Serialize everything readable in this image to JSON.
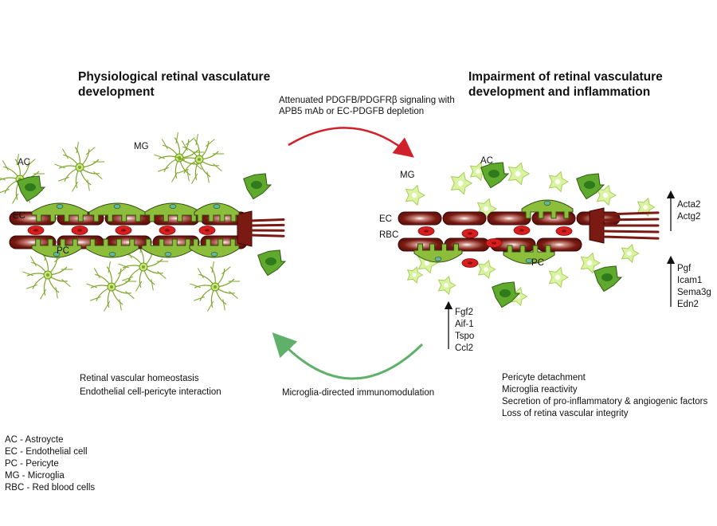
{
  "left_title": [
    "Physiological retinal vasculature",
    "development"
  ],
  "right_title": [
    "Impairment of retinal vasculature",
    "development and inflammation"
  ],
  "top_arrow_text": [
    "Attenuated PDGFB/PDGFRβ signaling with",
    "APB5 mAb or EC-PDGFB depletion"
  ],
  "bottom_arrow_text": "Microglia-directed immunomodulation",
  "left_outcomes": [
    "Retinal vascular homeostasis",
    "Endothelial cell-pericyte interaction"
  ],
  "right_outcomes": [
    "Pericyte detachment",
    "Microglia reactivity",
    "Secretion of pro-inflammatory & angiogenic factors",
    "Loss of retina vascular integrity"
  ],
  "left_labels": {
    "ac": "AC",
    "mg": "MG",
    "ec": "EC",
    "pc": "PC"
  },
  "right_labels": {
    "mg": "MG",
    "ac": "AC",
    "ec": "EC",
    "rbc": "RBC",
    "pc": "PC"
  },
  "genes_top": [
    "Acta2",
    "Actg2"
  ],
  "genes_mid": [
    "Pgf",
    "Icam1",
    "Sema3g",
    "Edn2"
  ],
  "genes_low": [
    "Fgf2",
    "Aif-1",
    "Tspo",
    "Ccl2"
  ],
  "legend": [
    "AC - Astroycte",
    "EC - Endothelial cell",
    "PC - Pericyte",
    "MG - Microglia",
    "RBC - Red blood cells"
  ],
  "colors": {
    "endothelial": "#7a1a12",
    "red_blood_cell": "#d81e1e",
    "pericyte": "#8cbe3c",
    "astrocyte": "#5fa92c",
    "microglia": "#d9f3a0",
    "red_arrow": "#d0202a",
    "green_arrow": "#5fb06a"
  }
}
